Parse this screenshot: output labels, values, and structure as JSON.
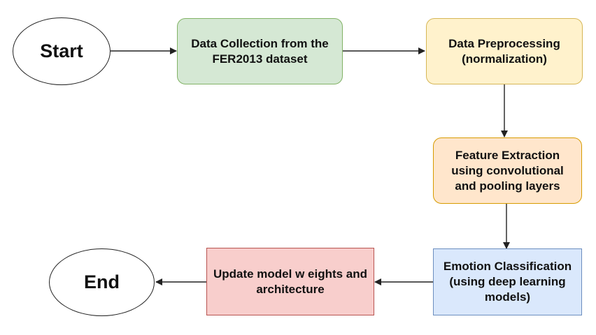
{
  "nodes": {
    "start": "Start",
    "collect": "Data Collection from the FER2013 dataset",
    "preprocess": "Data Preprocessing (normalization)",
    "features": "Feature Extraction using convolutional and pooling layers",
    "classify": "Emotion Classification (using deep learning models)",
    "update": "Update model w eights and architecture",
    "end": "End"
  },
  "colors": {
    "collect": "#d5e8d4",
    "preprocess": "#fff2cc",
    "features": "#ffe6cc",
    "classify": "#dae8fc",
    "update": "#f8cecc"
  }
}
